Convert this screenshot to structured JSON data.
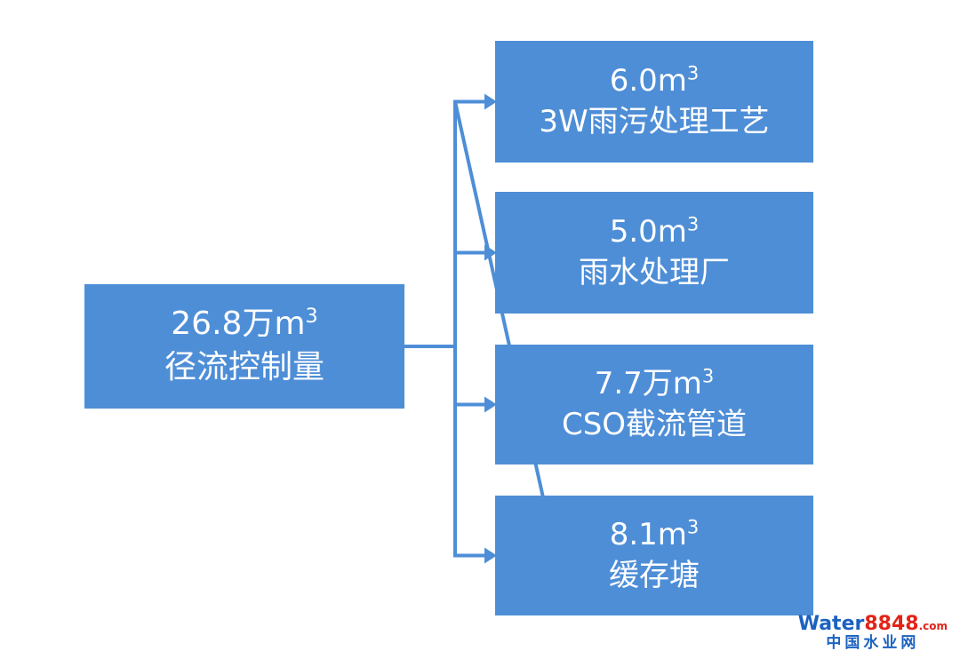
{
  "colors": {
    "accent": "#4E8ED7",
    "text_on_accent": "#FFFFFF",
    "watermark_blue": "#1B62C0",
    "watermark_red": "#E22418"
  },
  "root": {
    "value": "26.8万m",
    "sup": "3",
    "label": "径流控制量"
  },
  "children": [
    {
      "value": "6.0m",
      "sup": "3",
      "label": "3W雨污处理工艺"
    },
    {
      "value": "5.0m",
      "sup": "3",
      "label": "雨水处理厂"
    },
    {
      "value": "7.7万m",
      "sup": "3",
      "label": "CSO截流管道"
    },
    {
      "value": "8.1m",
      "sup": "3",
      "label": "缓存塘"
    }
  ],
  "watermark": {
    "brand": "Water",
    "number": "8848",
    "tld": ".com",
    "site": "中国水业网"
  }
}
